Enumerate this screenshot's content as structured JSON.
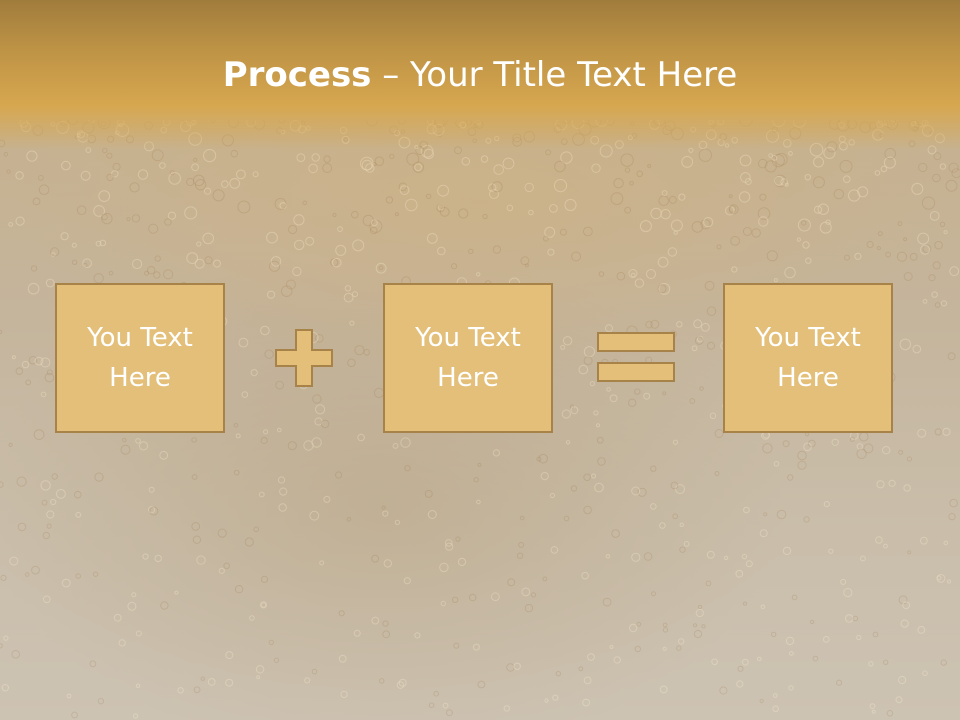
{
  "slide": {
    "title_strong": "Process",
    "title_rest": " – Your Title Text Here",
    "boxes": [
      {
        "text": "You Text\nHere"
      },
      {
        "text": "You Text\nHere"
      },
      {
        "text": "You Text\nHere"
      }
    ],
    "operators": [
      "plus-icon",
      "equals-icon"
    ],
    "colors": {
      "title_band": "#d7a74f",
      "box_fill": "#e3bf79",
      "box_border": "#a7834a",
      "text": "#ffffff"
    }
  }
}
